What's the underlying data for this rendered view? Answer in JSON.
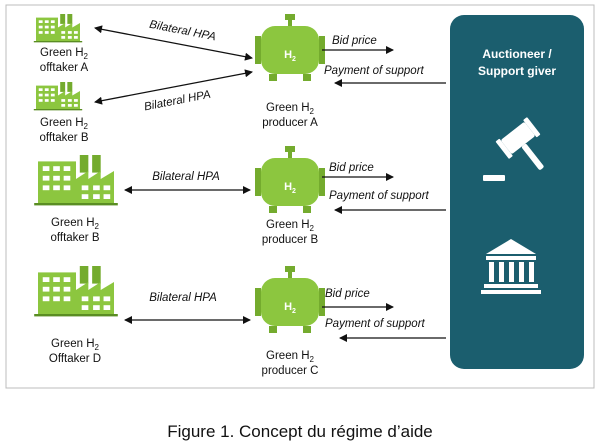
{
  "figure": {
    "caption": "Figure 1. Concept du régime d’aide"
  },
  "panel": {
    "title_line1": "Auctioneer /",
    "title_line2": "Support giver",
    "color": "#1b5e6e"
  },
  "offtakers": [
    {
      "line1": "Green H",
      "sub": "2",
      "line2": "offtaker A"
    },
    {
      "line1": "Green H",
      "sub": "2",
      "line2": "offtaker B"
    },
    {
      "line1": "Green H",
      "sub": "2",
      "line2": "offtaker B"
    },
    {
      "line1": "Green H",
      "sub": "2",
      "line2": "Offtaker D"
    }
  ],
  "producers": [
    {
      "line1": "Green H",
      "sub": "2",
      "line2": "producer A",
      "tank_label": "H",
      "tank_sub": "2"
    },
    {
      "line1": "Green H",
      "sub": "2",
      "line2": "producer B",
      "tank_label": "H",
      "tank_sub": "2"
    },
    {
      "line1": "Green H",
      "sub": "2",
      "line2": "producer C",
      "tank_label": "H",
      "tank_sub": "2"
    }
  ],
  "flows": {
    "hpa": "Bilateral HPA",
    "bid": "Bid price",
    "payment": "Payment of support"
  },
  "icons": [
    "factory-icon",
    "hydrogen-tank-icon",
    "gavel-icon",
    "bank-icon"
  ],
  "colors": {
    "factory_green": "#8cc63f",
    "tank_green": "#7ab830"
  }
}
